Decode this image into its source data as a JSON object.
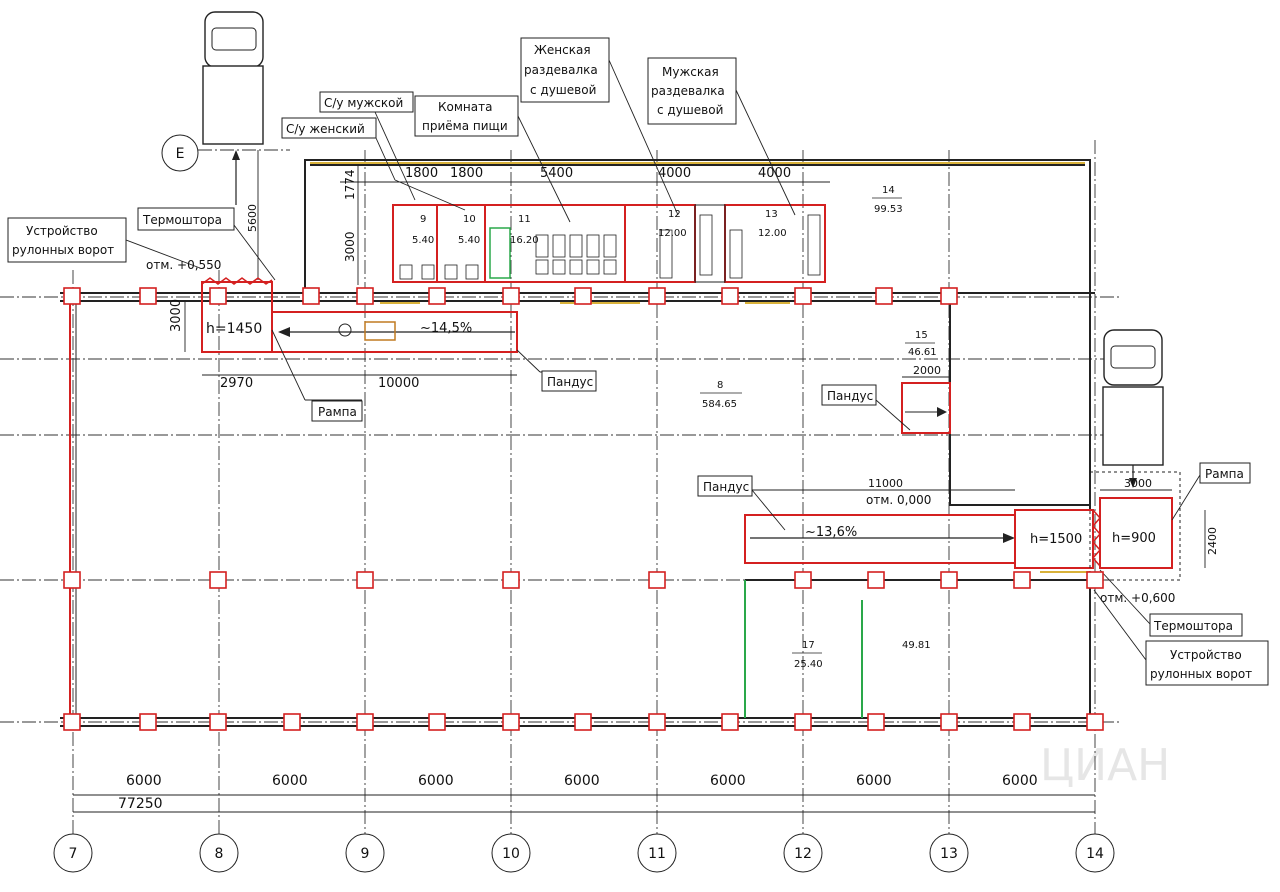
{
  "axes": [
    {
      "label": "7"
    },
    {
      "label": "8"
    },
    {
      "label": "9"
    },
    {
      "label": "10"
    },
    {
      "label": "11"
    },
    {
      "label": "12"
    },
    {
      "label": "13"
    },
    {
      "label": "14"
    }
  ],
  "axis_e": "Е",
  "bay_dims": [
    "6000",
    "6000",
    "6000",
    "6000",
    "6000",
    "6000",
    "6000"
  ],
  "overall_dim": "77250",
  "top_dims": [
    "1800",
    "1800",
    "5400",
    "4000",
    "4000"
  ],
  "vertical_dims": {
    "d1774": "1774",
    "d3000a": "3000",
    "d3000b": "3000",
    "d5600": "5600",
    "d2400": "2400"
  },
  "ramp_dims": {
    "d2970": "2970",
    "d10000": "10000",
    "d2000": "2000",
    "d11000": "11000",
    "d3000": "3000"
  },
  "callouts": {
    "wc_male": "С/у мужской",
    "wc_female": "С/у женский",
    "canteen_l1": "Комната",
    "canteen_l2": "приёма пищи",
    "fem_l1": "Женская",
    "fem_l2": "раздевалка",
    "fem_l3": "с душевой",
    "male_l1": "Мужская",
    "male_l2": "раздевалка",
    "male_l3": "с душевой",
    "gate_left_l1": "Устройство",
    "gate_left_l2": "рулонных ворот",
    "curtain_left": "Термоштора",
    "elev_left": "отм. +0,550",
    "ramp_left": "Рампа",
    "ramp_down_left": "Пандус",
    "ramp_down_mid": "Пандус",
    "ramp_down_right": "Пандус",
    "elev_zero": "отм. 0,000",
    "ramp_right": "Рампа",
    "elev_right": "отм. +0,600",
    "curtain_right": "Термоштора",
    "gate_right_l1": "Устройство",
    "gate_right_l2": "рулонных ворот"
  },
  "rooms": [
    {
      "num": "9",
      "area": "5.40"
    },
    {
      "num": "10",
      "area": "5.40"
    },
    {
      "num": "11",
      "area": "16.20"
    },
    {
      "num": "12",
      "area": "12.00"
    },
    {
      "num": "13",
      "area": "12.00"
    },
    {
      "num": "14",
      "area": "99.53"
    },
    {
      "num": "15",
      "area": "46.61"
    },
    {
      "num": "8",
      "area": "584.65"
    },
    {
      "num": "17",
      "area": "25.40"
    },
    {
      "num": "",
      "area": "49.81"
    }
  ],
  "ramps": {
    "h_left": "h=1450",
    "slope_left": "~14,5%",
    "slope_right": "~13,6%",
    "h_mid": "h=1500",
    "h_right": "h=900"
  },
  "watermark": "ЦИАН",
  "colors": {
    "accent_red": "#d42020",
    "line": "#222222",
    "yellow": "#d9b23a",
    "green": "#2aa84a"
  }
}
